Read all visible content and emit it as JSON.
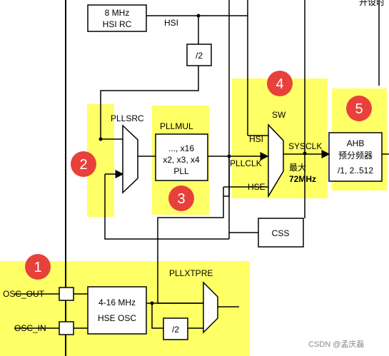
{
  "top_right_fragment": "开设时",
  "hsi_rc": {
    "line1": "8 MHz",
    "line2": "HSI RC"
  },
  "hsi_label": "HSI",
  "div2_top": "/2",
  "pllsrc": "PLLSRC",
  "pllmul": "PLLMUL",
  "pll_block": {
    "line1": "..., x16",
    "line2": "x2, x3, x4",
    "line3": "PLL"
  },
  "sw": "SW",
  "sw_inputs": {
    "hsi": "HSI",
    "pllclk": "PLLCLK",
    "hse": "HSE"
  },
  "sysclk": "SYSCLK",
  "max_freq": {
    "line1": "最大",
    "line2": "72MHz"
  },
  "ahb": {
    "line1": "AHB",
    "line2": "预分频器",
    "line3": "/1, 2..512"
  },
  "css": "CSS",
  "pllxtpre": "PLLXTPRE",
  "osc_out": "OSC_OUT",
  "osc_in": "OSC_IN",
  "hse_osc": {
    "line1": "4-16 MHz",
    "line2": "HSE OSC"
  },
  "div2_bottom": "/2",
  "markers": [
    "1",
    "2",
    "3",
    "4",
    "5"
  ],
  "watermark": "CSDN @孟庆磊",
  "colors": {
    "highlight": "#ffff66",
    "marker": "#e8413b",
    "line": "#000000"
  }
}
